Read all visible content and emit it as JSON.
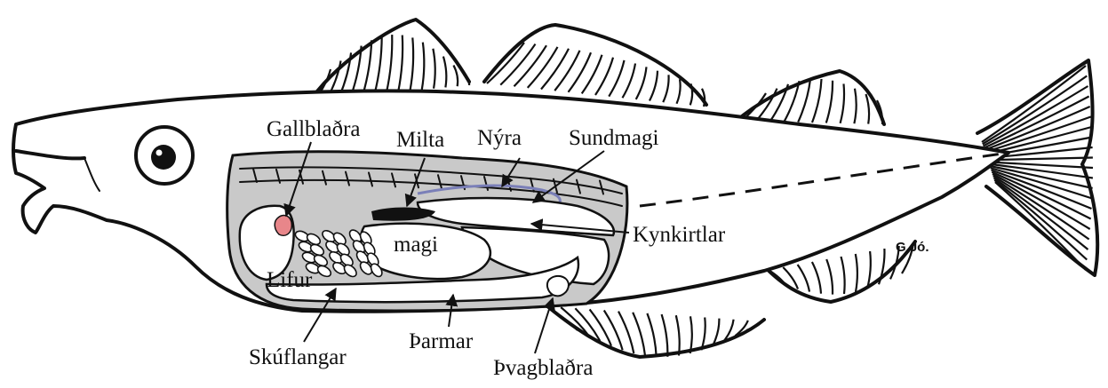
{
  "labels": {
    "gallbladder": "Gallblaðra",
    "spleen": "Milta",
    "kidney": "Nýra",
    "swim_bladder": "Sundmagi",
    "gonads": "Kynkirtlar",
    "stomach": "magi",
    "liver": "Lifur",
    "pyloric_caeca": "Skúflangar",
    "intestines": "Þarmar",
    "urinary_bladder": "Þvagblaðra"
  },
  "signature": "G.Jó.",
  "colors": {
    "line": "#111111",
    "cavity": "#c9c9c9",
    "gallbladder": "#e8868a",
    "kidney": "#7a7fb8",
    "spleen": "#111111",
    "body": "#ffffff"
  }
}
